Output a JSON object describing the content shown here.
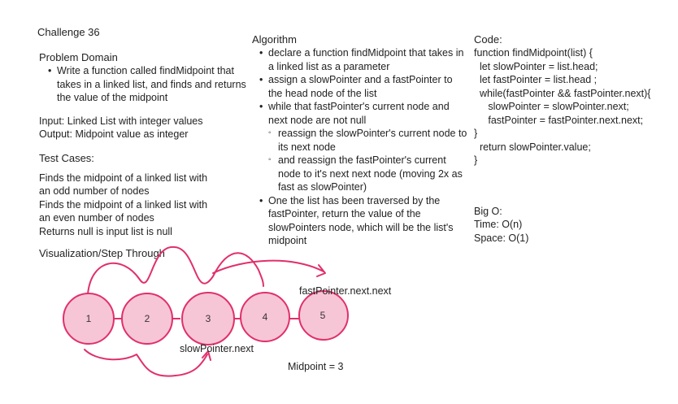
{
  "title": "Challenge 36",
  "problem": {
    "heading": "Problem Domain",
    "bullet": "Write a function called findMidpoint that takes in a linked list, and finds and returns the value of the midpoint"
  },
  "io": {
    "input": "Input: Linked List with integer values",
    "output": "Output: Midpoint value as integer"
  },
  "tests": {
    "heading": "Test Cases:",
    "lines": [
      "Finds the midpoint of a linked list with",
      "an odd number of nodes",
      "Finds the midpoint of a linked list with",
      "an even number of nodes",
      "Returns null is input list is null"
    ]
  },
  "visualization": {
    "heading": "Visualization/Step Through"
  },
  "algorithm": {
    "heading": "Algorithm",
    "b1": "declare a function findMidpoint that takes in a linked list as a parameter",
    "b2": "assign a slowPointer and a fastPointer to the head node of the list",
    "b3": "while that fastPointer's current node and next node are not null",
    "s1": "reassign the slowPointer's current node to its next node",
    "s2": "and reassign the fastPointer's current node to it's next next node (moving 2x as fast as slowPointer)",
    "b4": "One the list has been traversed by the fastPointer, return the value of the slowPointers node, which will be the list's midpoint"
  },
  "code": {
    "heading": "Code:",
    "lines": [
      "function findMidpoint(list) {",
      "  let slowPointer = list.head;",
      "  let fastPointer = list.head ;",
      "  while(fastPointer && fastPointer.next){",
      "     slowPointer = slowPointer.next;",
      "     fastPointer = fastPointer.next.next;",
      "}",
      "  return slowPointer.value;",
      "}"
    ]
  },
  "bigo": {
    "heading": "Big O:",
    "time": "Time: O(n)",
    "space": "Space: O(1)"
  },
  "diagram": {
    "nodes": [
      "1",
      "2",
      "3",
      "4",
      "5"
    ],
    "fast_label": "fastPointer.next.next",
    "slow_label": "slowPointer.next",
    "midpoint": "Midpoint = 3",
    "colors": {
      "node_fill": "#f7c6d6",
      "stroke": "#e0306a"
    }
  }
}
